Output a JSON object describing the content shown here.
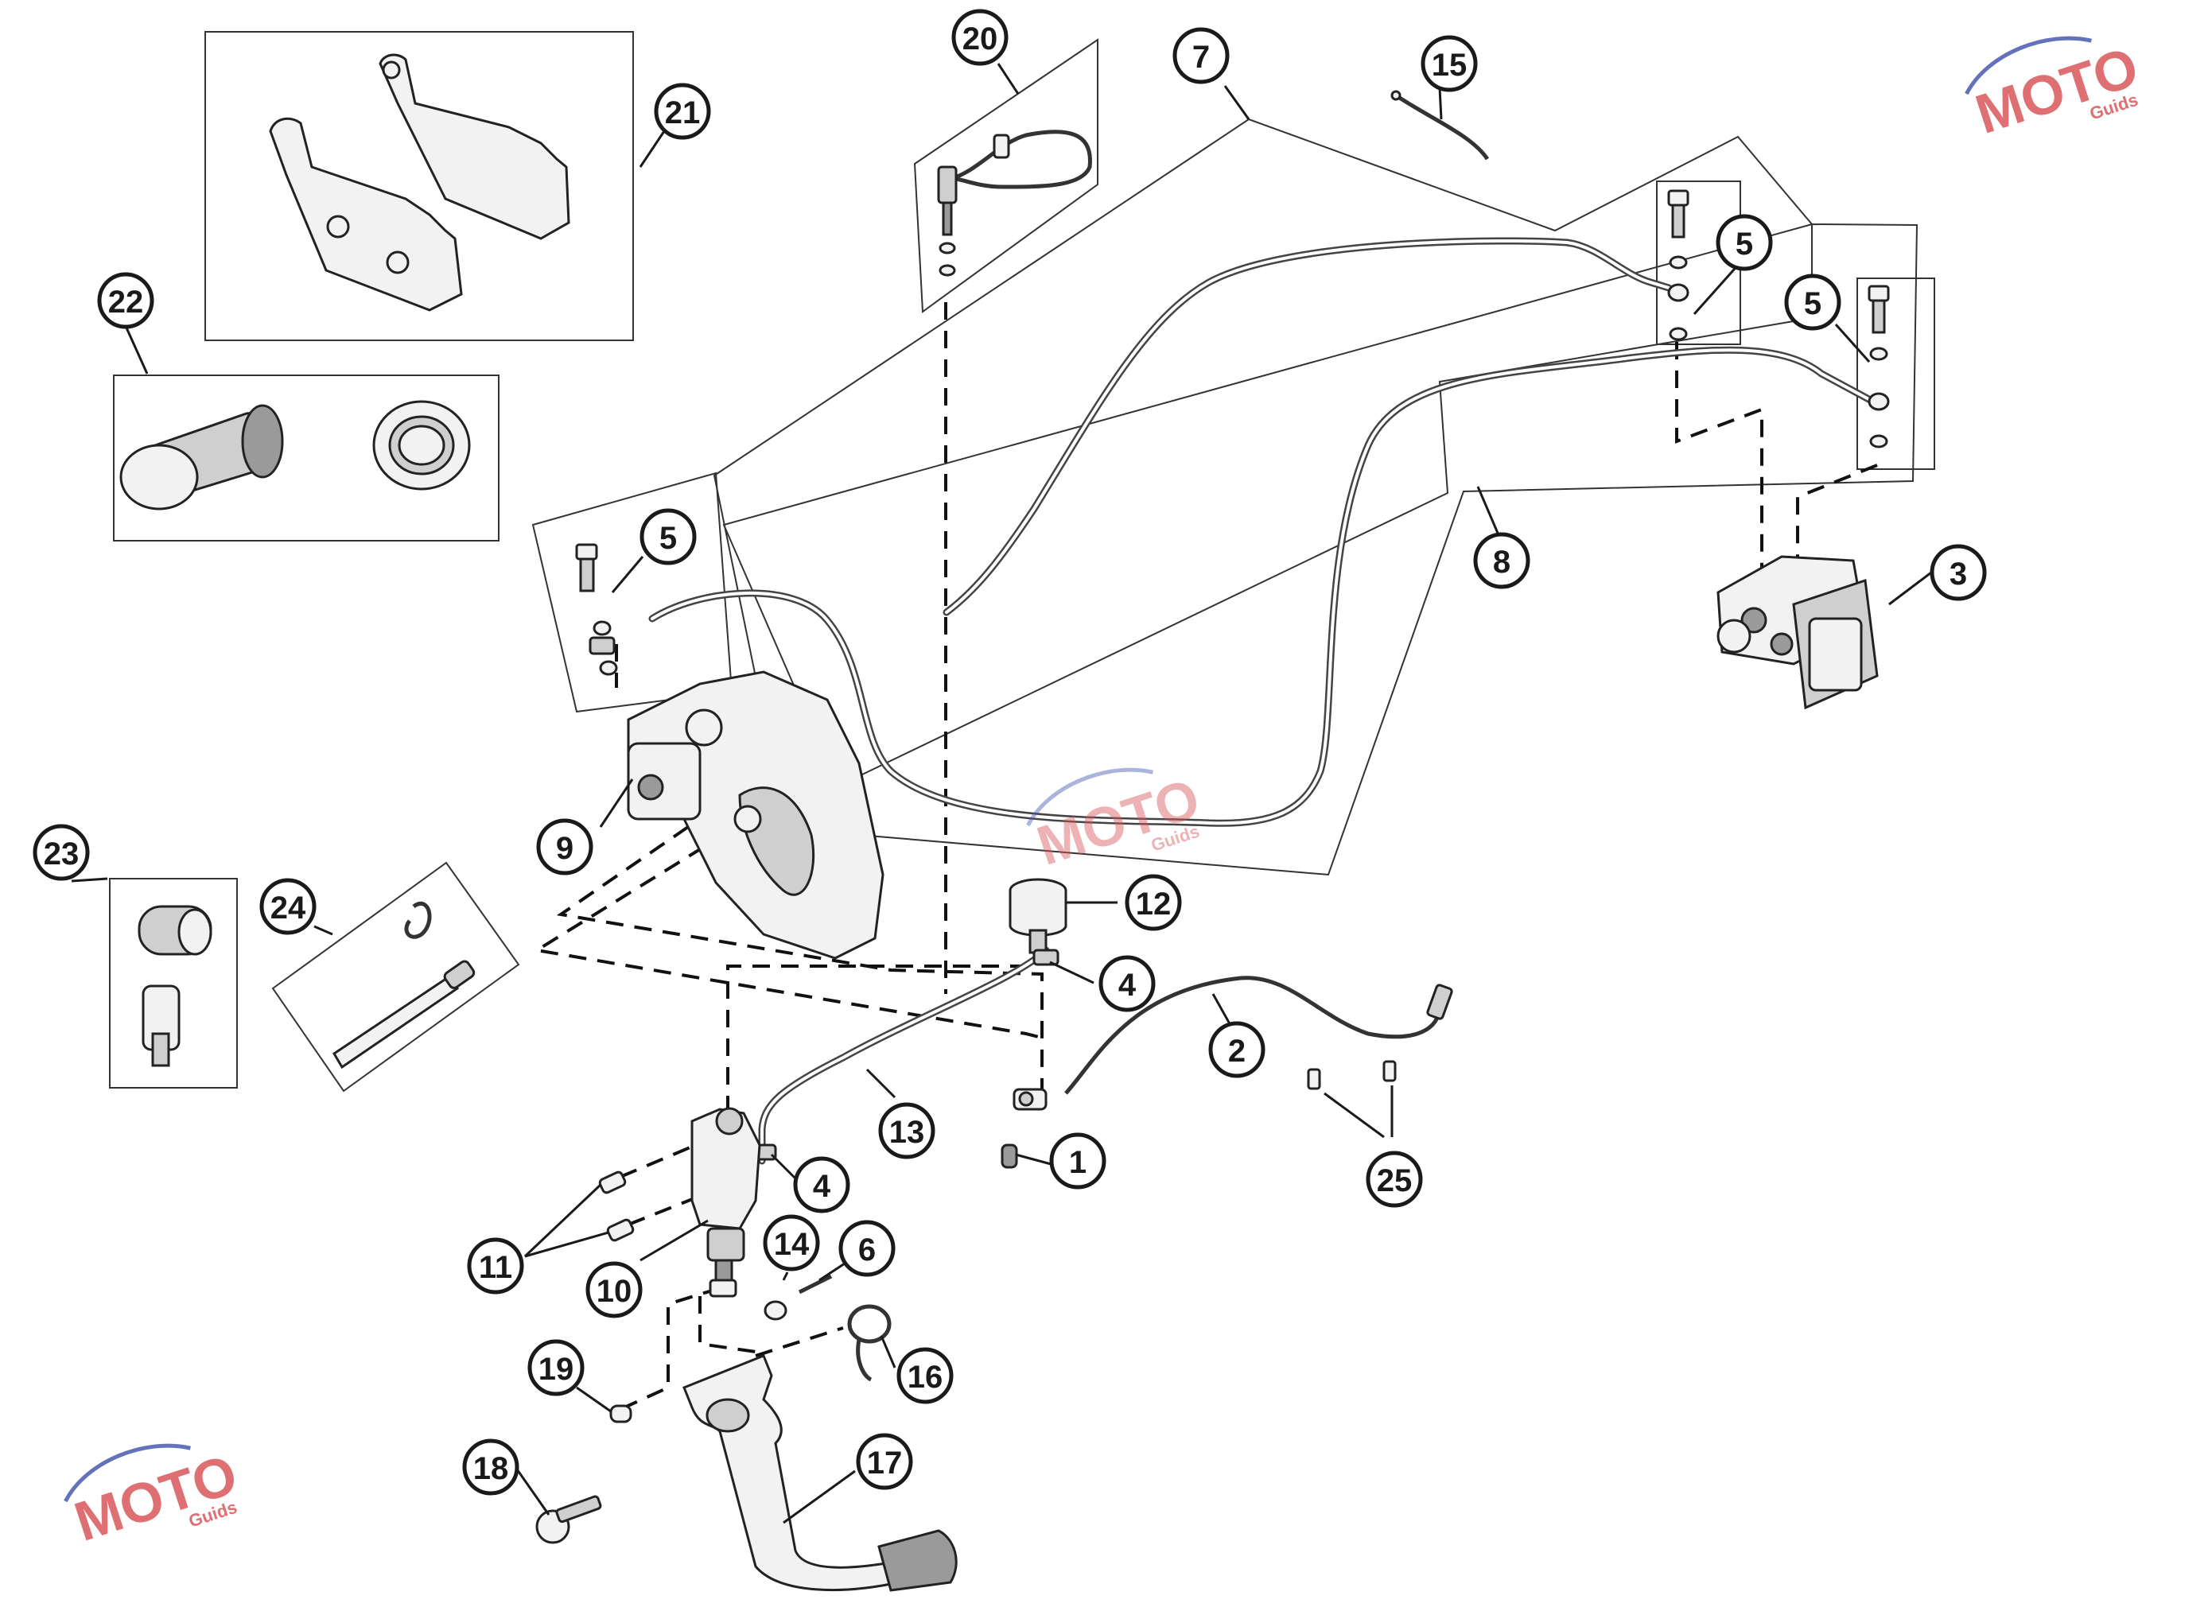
{
  "colors": {
    "line": "#1a1a1a",
    "watermark_red": "#d9575b",
    "watermark_blue": "#4a5ab0",
    "background": "#ffffff"
  },
  "watermark": {
    "brand": "MOTO",
    "sub": "Guids"
  },
  "callouts": {
    "c1": "1",
    "c2": "2",
    "c3": "3",
    "c4a": "4",
    "c4b": "4",
    "c5a": "5",
    "c5b": "5",
    "c5c": "5",
    "c6": "6",
    "c7": "7",
    "c8": "8",
    "c9": "9",
    "c10": "10",
    "c11": "11",
    "c12": "12",
    "c13": "13",
    "c14": "14",
    "c15": "15",
    "c16": "16",
    "c17": "17",
    "c18": "18",
    "c19": "19",
    "c20": "20",
    "c21": "21",
    "c22": "22",
    "c23": "23",
    "c24": "24",
    "c25": "25"
  }
}
